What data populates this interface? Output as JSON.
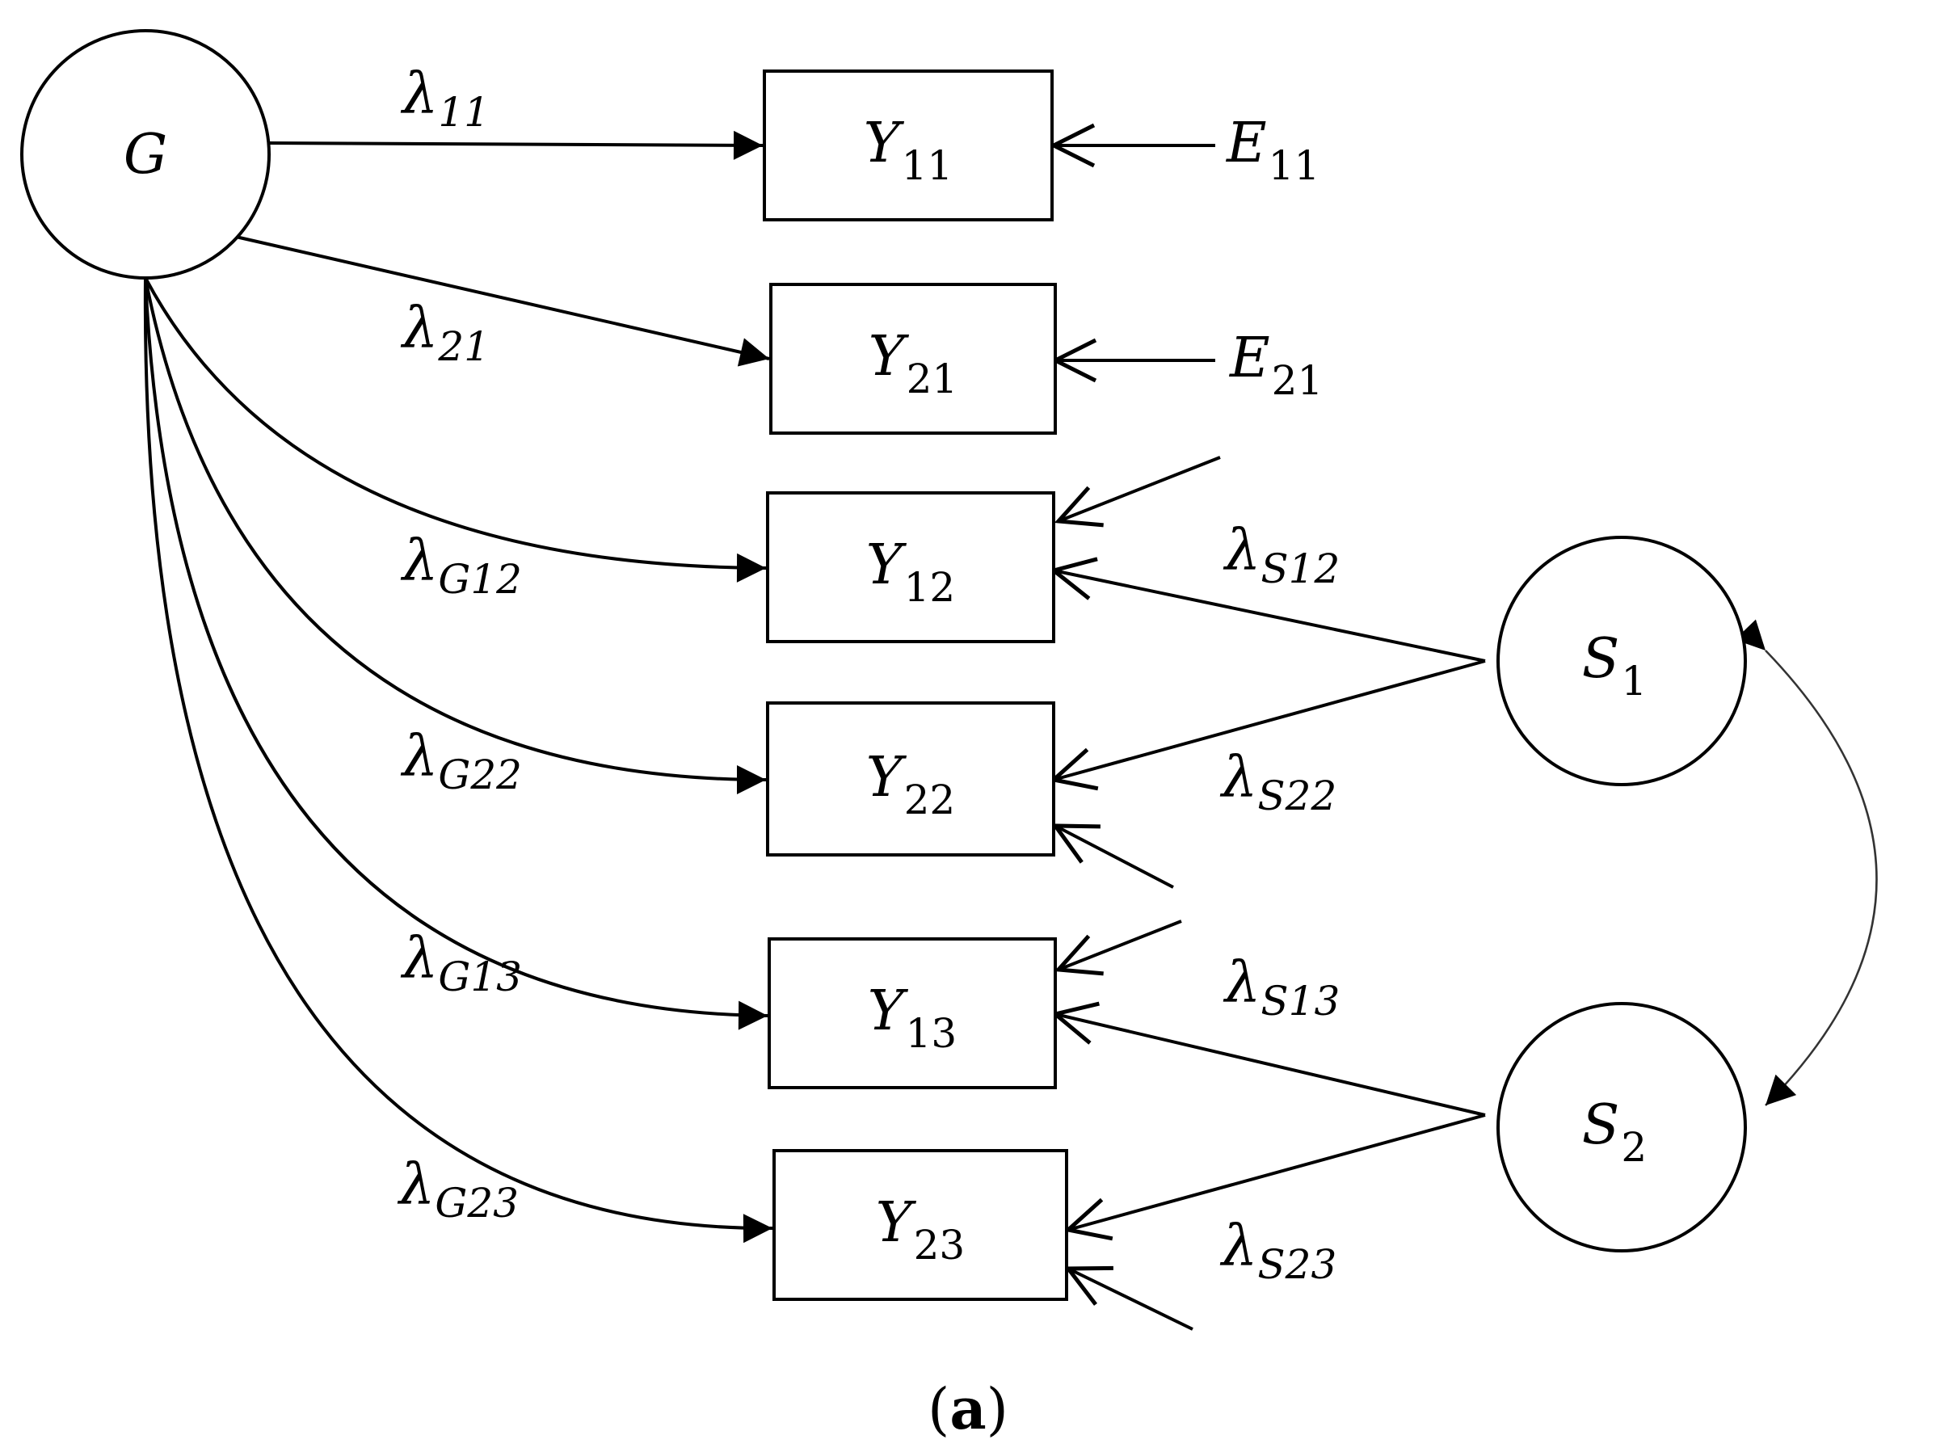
{
  "latent": {
    "G": {
      "letter": "G",
      "sub": ""
    },
    "S1": {
      "letter": "S",
      "sub": "1"
    },
    "S2": {
      "letter": "S",
      "sub": "2"
    }
  },
  "observed": {
    "Y11": {
      "letter": "Y",
      "sub": "11"
    },
    "Y21": {
      "letter": "Y",
      "sub": "21"
    },
    "Y12": {
      "letter": "Y",
      "sub": "12"
    },
    "Y22": {
      "letter": "Y",
      "sub": "22"
    },
    "Y13": {
      "letter": "Y",
      "sub": "13"
    },
    "Y23": {
      "letter": "Y",
      "sub": "23"
    }
  },
  "errors": {
    "E11": {
      "letter": "E",
      "sub": "11"
    },
    "E21": {
      "letter": "E",
      "sub": "21"
    }
  },
  "loadings": {
    "l11": {
      "symbol": "λ",
      "sub": "11"
    },
    "l21": {
      "symbol": "λ",
      "sub": "21"
    },
    "lG12": {
      "symbol": "λ",
      "subL": "G",
      "sub": "12"
    },
    "lG22": {
      "symbol": "λ",
      "subL": "G",
      "sub": "22"
    },
    "lG13": {
      "symbol": "λ",
      "subL": "G",
      "sub": "13"
    },
    "lG23": {
      "symbol": "λ",
      "subL": "G",
      "sub": "23"
    },
    "lS12": {
      "symbol": "λ",
      "subL": "S",
      "sub": "12"
    },
    "lS22": {
      "symbol": "λ",
      "subL": "S",
      "sub": "22"
    },
    "lS13": {
      "symbol": "λ",
      "subL": "S",
      "sub": "13"
    },
    "lS23": {
      "symbol": "λ",
      "subL": "S",
      "sub": "23"
    }
  },
  "caption": {
    "open": "(",
    "letter": "a",
    "close": ")"
  }
}
